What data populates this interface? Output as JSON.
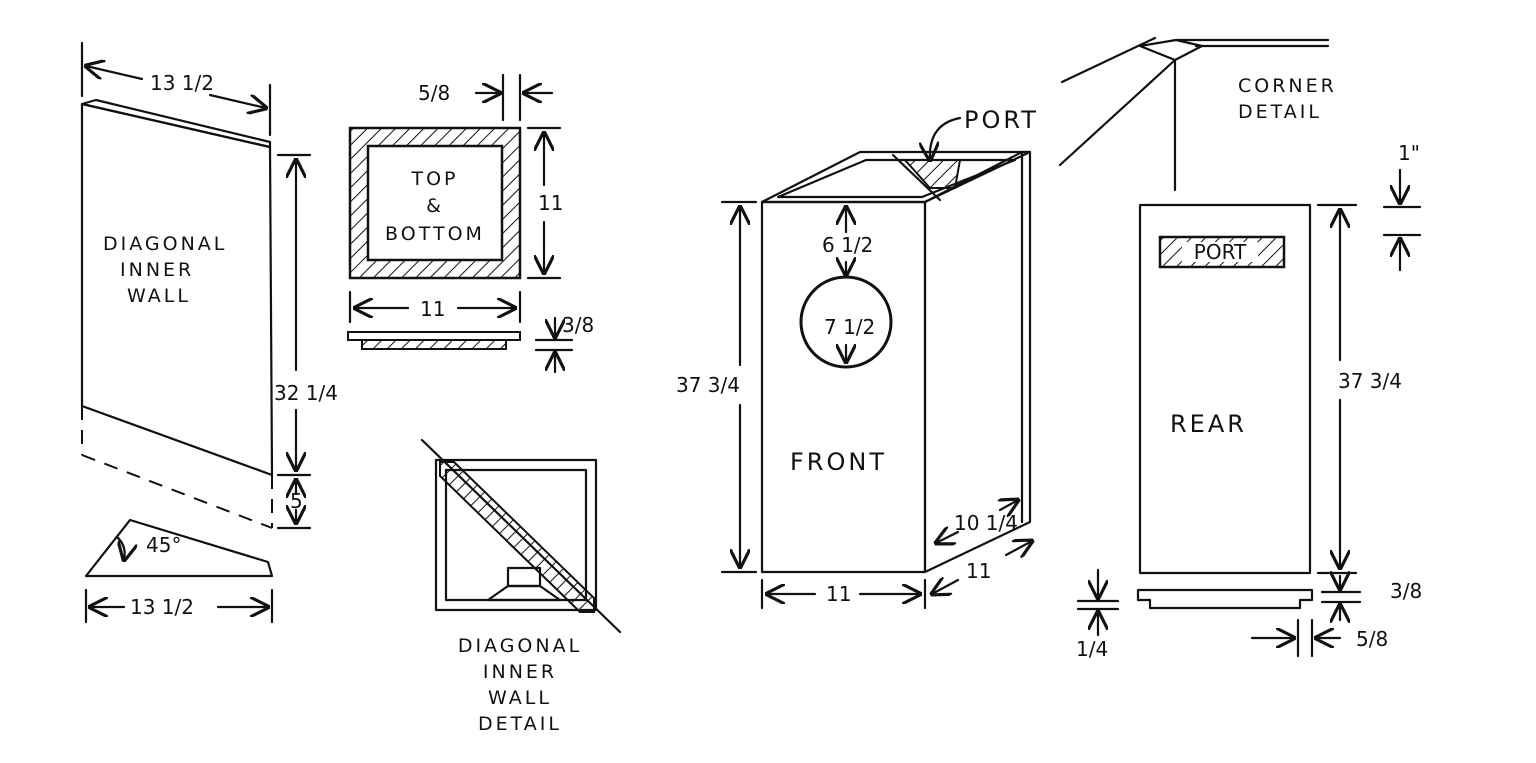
{
  "labels": {
    "diagonal_inner_wall": [
      "DIAGONAL",
      "INNER",
      "WALL"
    ],
    "top_bottom": [
      "TOP",
      "&",
      "BOTTOM"
    ],
    "diagonal_detail": [
      "DIAGONAL",
      "INNER",
      "WALL",
      "DETAIL"
    ],
    "port": "PORT",
    "port_rear": "PORT",
    "corner_detail": [
      "CORNER",
      "DETAIL"
    ],
    "front": "FRONT",
    "rear": "REAR"
  },
  "dimensions": {
    "wall_width_top": "13 1/2",
    "wall_height": "32 1/4",
    "wall_extension": "5",
    "bevel_angle": "45°",
    "wall_width_bottom": "13 1/2",
    "panel_thickness_top": "5/8",
    "top_height": "11",
    "top_width": "11",
    "top_edge": "3/8",
    "front_height": "37 3/4",
    "driver_offset": "6 1/2",
    "driver_diameter": "7 1/2",
    "front_width": "11",
    "side_inner": "10 1/4",
    "side_depth": "11",
    "port_offset": "1\"",
    "rear_height": "37 3/4",
    "rear_edge": "3/8",
    "rear_lip": "1/4",
    "rear_thickness": "5/8"
  }
}
